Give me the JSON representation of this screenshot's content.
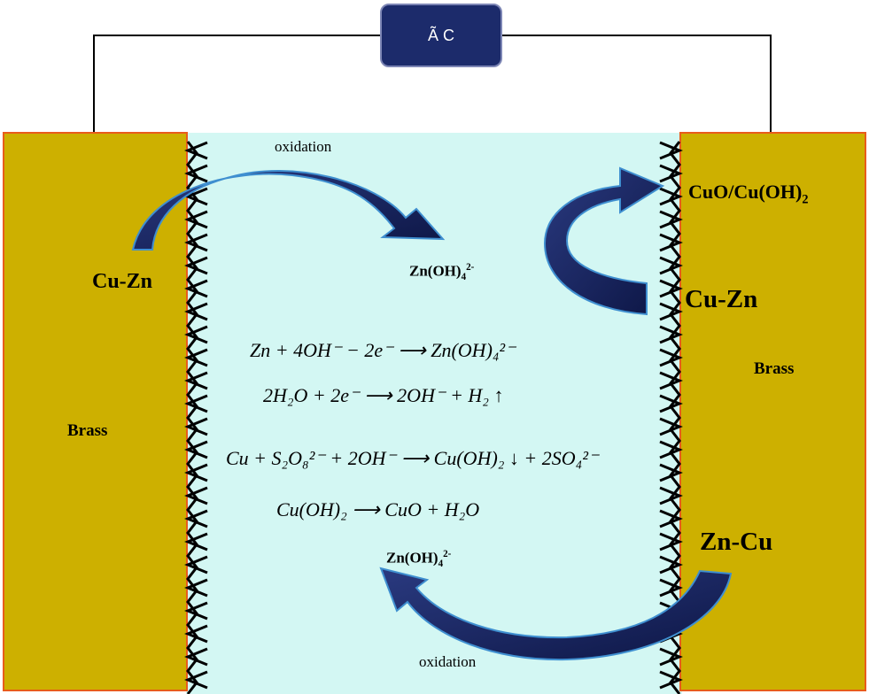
{
  "power_source": {
    "label": "Ã C"
  },
  "left_electrode": {
    "material_label": "Brass",
    "alloy_label": "Cu-Zn"
  },
  "right_electrode": {
    "material_label": "Brass",
    "alloy_label_top": "Cu-Zn",
    "alloy_label_bottom": "Zn-Cu",
    "product_label": "CuO/Cu(OH)",
    "product_sub": "2"
  },
  "top_arrow": {
    "label": "oxidation",
    "product": "Zn(OH)",
    "product_sub": "4",
    "product_sup": "2-"
  },
  "bottom_arrow": {
    "label": "oxidation",
    "product": "Zn(OH)",
    "product_sub": "4",
    "product_sup": "2-"
  },
  "equations": [
    "Zn + 4OH⁻ − 2e⁻ ⟶ Zn(OH)₄²⁻",
    "2H₂O + 2e⁻ ⟶ 2OH⁻ + H₂ ↑",
    "Cu + S₂O₈²⁻ + 2OH⁻ ⟶ Cu(OH)₂ ↓ + 2SO₄²⁻",
    "Cu(OH)₂ ⟶ CuO + H₂O"
  ],
  "colors": {
    "brass": "#cdb000",
    "brass_border": "#e85c1c",
    "electrolyte": "#d3f7f3",
    "arrow": "#142057",
    "arrow_outline": "#3f8fd0",
    "ac_box": "#1c2b6b"
  }
}
